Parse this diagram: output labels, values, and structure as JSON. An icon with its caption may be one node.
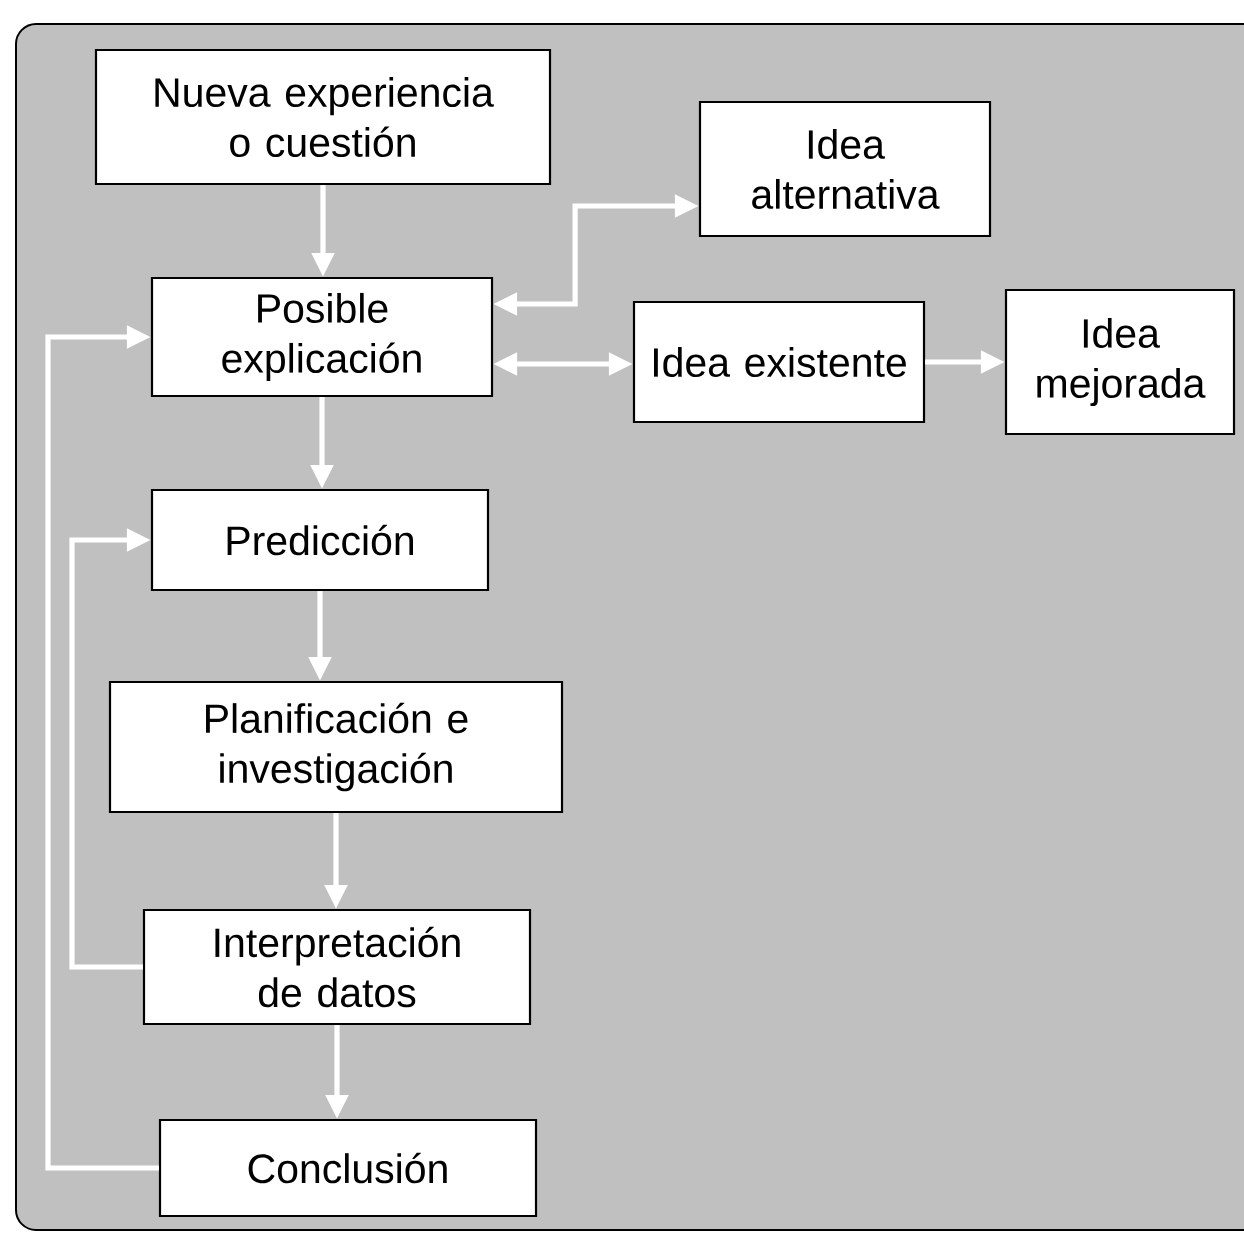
{
  "diagram": {
    "nodes": [
      {
        "text": [
          "Nueva experiencia o cuestión"
        ]
      },
      {
        "text": [
          "Idea alternativa"
        ]
      },
      {
        "text": [
          "Posible explicación"
        ]
      },
      {
        "text": [
          "Idea existente"
        ]
      },
      {
        "text": [
          "Idea mejorada"
        ]
      },
      {
        "text": [
          "Predicción"
        ]
      },
      {
        "text": [
          "Planificación e investigación"
        ]
      },
      {
        "text": [
          "Interpretación de datos"
        ]
      },
      {
        "text": [
          "Conclusión"
        ]
      }
    ],
    "edges": [
      {
        "from": 0,
        "to": 2,
        "arrow": "to"
      },
      {
        "from": 2,
        "to": 1,
        "arrow": "both"
      },
      {
        "from": 2,
        "to": 3,
        "arrow": "both"
      },
      {
        "from": 3,
        "to": 4,
        "arrow": "to"
      },
      {
        "from": 2,
        "to": 5,
        "arrow": "to"
      },
      {
        "from": 5,
        "to": 6,
        "arrow": "to"
      },
      {
        "from": 6,
        "to": 7,
        "arrow": "to"
      },
      {
        "from": 7,
        "to": 8,
        "arrow": "to"
      },
      {
        "from": 7,
        "to": 5,
        "arrow": "to"
      },
      {
        "from": 8,
        "to": 2,
        "arrow": "to"
      }
    ]
  }
}
